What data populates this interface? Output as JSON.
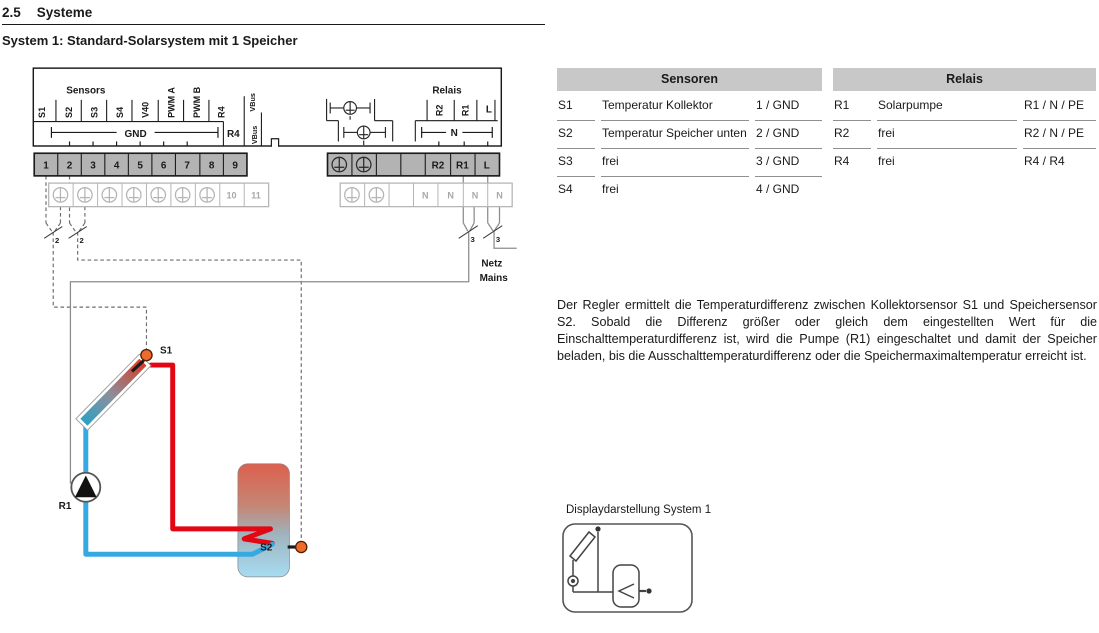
{
  "header": {
    "section_number": "2.5",
    "section_title": "Systeme",
    "system_title": "System 1: Standard-Solarsystem mit 1 Speicher"
  },
  "terminal_block": {
    "sensors_group_label": "Sensors",
    "relais_group_label": "Relais",
    "input_labels": [
      "S1",
      "S2",
      "S3",
      "S4",
      "V40",
      "PWM A",
      "PWM B",
      "R4",
      "VBus"
    ],
    "gnd_bus_label": "GND",
    "r4_bus_label": "R4",
    "vbus_bus_label": "VBus",
    "relay_top_labels": [
      "R2",
      "R1",
      "L"
    ],
    "n_bus_label": "N",
    "terminal_numbers": [
      "1",
      "2",
      "3",
      "4",
      "5",
      "6",
      "7",
      "8",
      "9"
    ],
    "extra_terminal_numbers": [
      "10",
      "11"
    ],
    "relay_terminal_labels": [
      "R2",
      "R1",
      "L"
    ],
    "n_terminal_label": "N",
    "sensor_cable_cores": "2",
    "mains_cable_cores": "3",
    "netz_label": "Netz",
    "mains_label": "Mains"
  },
  "hydraulic": {
    "collector_sensor_label": "S1",
    "storage_sensor_label": "S2",
    "pump_label": "R1"
  },
  "sensor_table": {
    "title": "Sensoren",
    "rows": [
      {
        "id": "S1",
        "desc": "Temperatur Kollektor",
        "conn": "1 / GND"
      },
      {
        "id": "S2",
        "desc": "Temperatur Speicher unten",
        "conn": "2 / GND"
      },
      {
        "id": "S3",
        "desc": "frei",
        "conn": "3 / GND"
      },
      {
        "id": "S4",
        "desc": "frei",
        "conn": "4 / GND"
      }
    ]
  },
  "relay_table": {
    "title": "Relais",
    "rows": [
      {
        "id": "R1",
        "desc": "Solarpumpe",
        "conn": "R1 / N / PE"
      },
      {
        "id": "R2",
        "desc": "frei",
        "conn": "R2 / N / PE"
      },
      {
        "id": "R4",
        "desc": "frei",
        "conn": "R4 / R4"
      }
    ]
  },
  "description": "Der Regler ermittelt die Temperaturdifferenz zwischen Kollektorsensor S1 und Speichersensor S2. Sobald die Differenz größer oder gleich dem eingestellten Wert für die Einschalttemperaturdifferenz ist, wird die Pumpe (R1) eingeschaltet und damit der Speicher beladen, bis die Ausschalttemperaturdifferenz oder die Speichermaximaltemperatur erreicht ist.",
  "display": {
    "label": "Displaydarstellung System 1"
  },
  "colors": {
    "pipe_hot": "#e30613",
    "pipe_cold": "#36a9e1",
    "sensor_dot": "#ec6b2d",
    "terminal_gray": "#b3b3b3",
    "table_header_gray": "#c8c8c8"
  }
}
